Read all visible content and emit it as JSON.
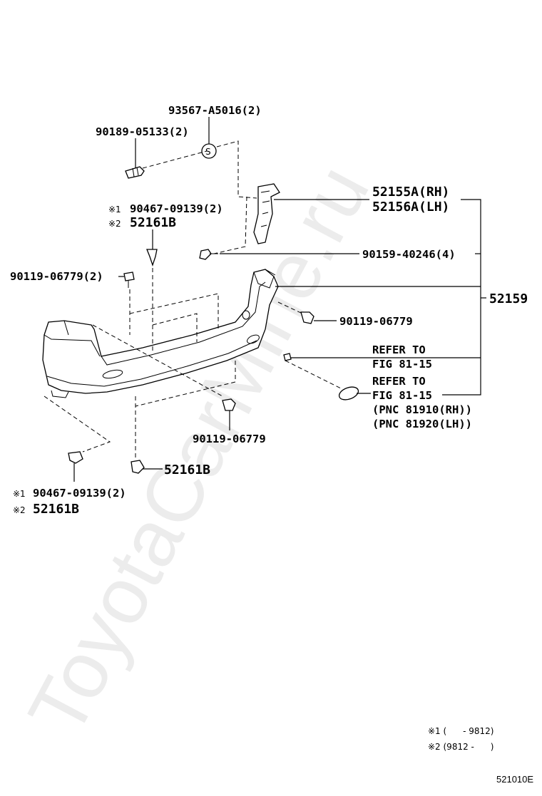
{
  "watermark": "ToyotaCarMine.ru",
  "callouts": {
    "p93567": "93567-A5016(2)",
    "p90189": "90189-05133(2)",
    "p52155a": "52155A(RH)",
    "p52156a": "52156A(LH)",
    "mark1_top": "※1",
    "p90467_top": "90467-09139(2)",
    "mark2_top": "※2",
    "p52161b_top": "52161B",
    "p90159": "90159-40246(4)",
    "p90119_left": "90119-06779(2)",
    "p52159": "52159",
    "p90119_right": "90119-06779",
    "refer1_line1": "REFER TO",
    "refer1_line2": "FIG 81-15",
    "refer2_line1": "REFER TO",
    "refer2_line2": "FIG 81-15",
    "pnc_rh": "(PNC 81910(RH))",
    "pnc_lh": "(PNC 81920(LH))",
    "p90119_bottom": "90119-06779",
    "p52161b_mid": "52161B",
    "mark1_bottom": "※1",
    "p90467_bottom": "90467-09139(2)",
    "mark2_bottom": "※2",
    "p52161b_bottom": "52161B",
    "s_symbol": "S"
  },
  "notes": {
    "n1": "※1 (      - 9812)",
    "n2": "※2 (9812 -      )"
  },
  "diagram_code": "521010E"
}
